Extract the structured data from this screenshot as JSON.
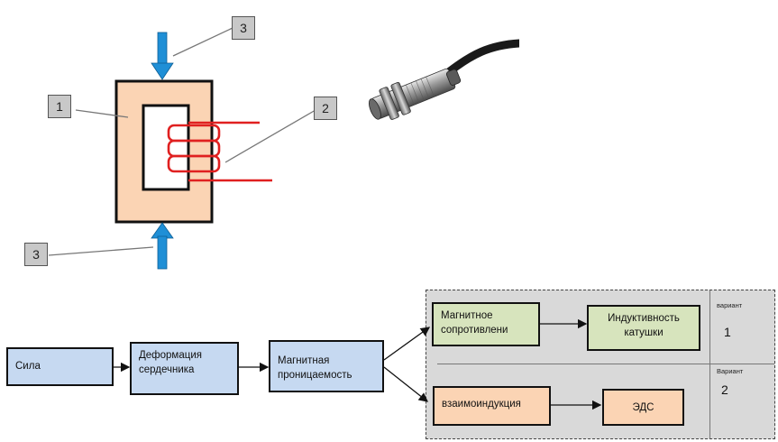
{
  "colors": {
    "core_fill": "#fbd4b4",
    "winding": "#e02020",
    "force_arrow": "#1f8fd6",
    "dashed_area": "#d9d9d9"
  },
  "callouts": {
    "core": "1",
    "winding": "2",
    "force_top": "3",
    "force_bottom": "3"
  },
  "flow": {
    "force": "Сила",
    "core_deformation": "Деформация сердечника",
    "permeability": "Магнитная проницаемость",
    "magnetic_resistance": "Магнитное сопротивлени",
    "coil_inductance": "Индуктивность катушки",
    "mutual_induction": "взаимоиндукция",
    "emf": "ЭДС"
  },
  "variants": [
    {
      "label": "вариант",
      "number": "1"
    },
    {
      "label": "Вариант",
      "number": "2"
    }
  ]
}
